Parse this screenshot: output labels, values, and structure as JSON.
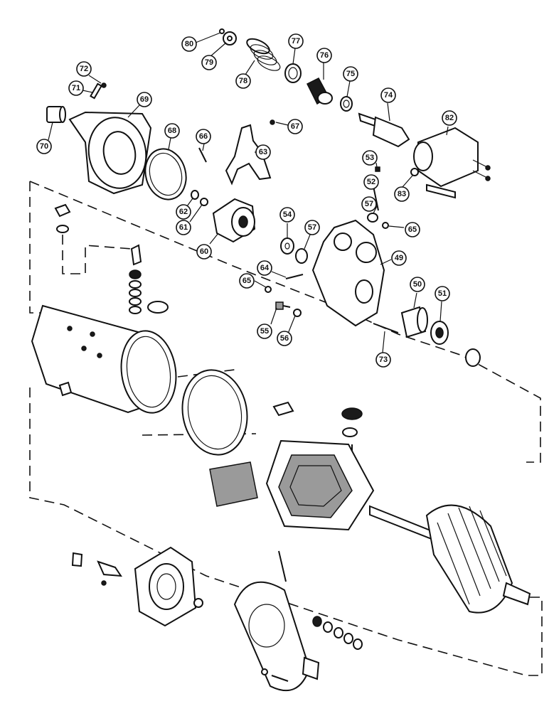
{
  "diagram": {
    "callouts": [
      {
        "id": "c80",
        "label": "80"
      },
      {
        "id": "c79",
        "label": "79"
      },
      {
        "id": "c78",
        "label": "78"
      },
      {
        "id": "c77",
        "label": "77"
      },
      {
        "id": "c76",
        "label": "76"
      },
      {
        "id": "c75",
        "label": "75"
      },
      {
        "id": "c74",
        "label": "74"
      },
      {
        "id": "c82",
        "label": "82"
      },
      {
        "id": "c72",
        "label": "72"
      },
      {
        "id": "c71",
        "label": "71"
      },
      {
        "id": "c69",
        "label": "69"
      },
      {
        "id": "c70",
        "label": "70"
      },
      {
        "id": "c68",
        "label": "68"
      },
      {
        "id": "c66",
        "label": "66"
      },
      {
        "id": "c67",
        "label": "67"
      },
      {
        "id": "c63",
        "label": "63"
      },
      {
        "id": "c53",
        "label": "53"
      },
      {
        "id": "c52",
        "label": "52"
      },
      {
        "id": "c83",
        "label": "83"
      },
      {
        "id": "c57a",
        "label": "57"
      },
      {
        "id": "c65a",
        "label": "65"
      },
      {
        "id": "c62",
        "label": "62"
      },
      {
        "id": "c61",
        "label": "61"
      },
      {
        "id": "c60",
        "label": "60"
      },
      {
        "id": "c54",
        "label": "54"
      },
      {
        "id": "c57b",
        "label": "57"
      },
      {
        "id": "c49",
        "label": "49"
      },
      {
        "id": "c64",
        "label": "64"
      },
      {
        "id": "c65b",
        "label": "65"
      },
      {
        "id": "c50",
        "label": "50"
      },
      {
        "id": "c51",
        "label": "51"
      },
      {
        "id": "c55",
        "label": "55"
      },
      {
        "id": "c56",
        "label": "56"
      },
      {
        "id": "c73",
        "label": "73"
      }
    ]
  }
}
